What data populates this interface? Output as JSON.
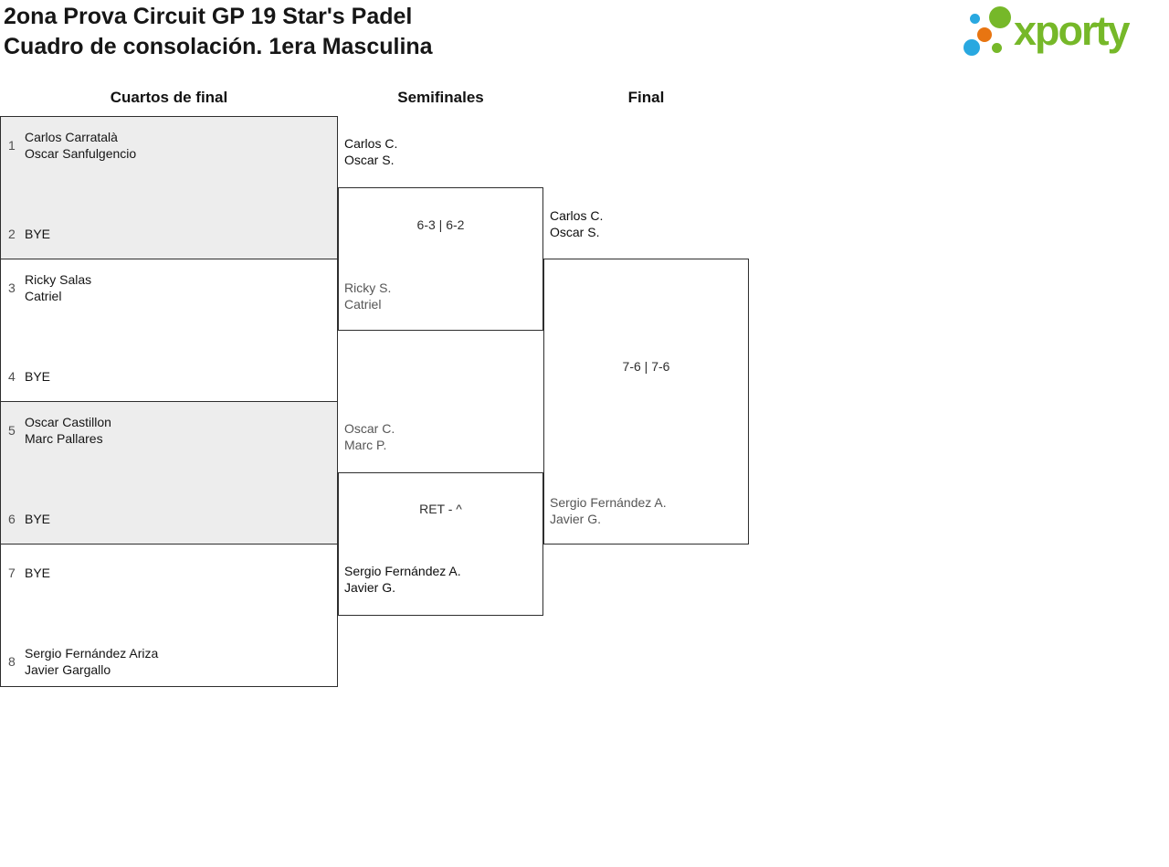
{
  "header": {
    "title_line1": "2ona Prova Circuit GP 19 Star's Padel",
    "title_line2": "Cuadro de consolación. 1era Masculina"
  },
  "logo": {
    "text": "xporty"
  },
  "columns": {
    "quarterfinals": "Cuartos de final",
    "semifinals": "Semifinales",
    "final": "Final"
  },
  "rounds": {
    "quarterfinals": [
      {
        "top_seed": "1",
        "top_line1": "Carlos Carratalà",
        "top_line2": "Oscar Sanfulgencio",
        "bottom_seed": "2",
        "bottom_line1": "BYE",
        "bottom_line2": ""
      },
      {
        "top_seed": "3",
        "top_line1": "Ricky Salas",
        "top_line2": "Catriel",
        "bottom_seed": "4",
        "bottom_line1": "BYE",
        "bottom_line2": ""
      },
      {
        "top_seed": "5",
        "top_line1": "Oscar Castillon",
        "top_line2": "Marc Pallares",
        "bottom_seed": "6",
        "bottom_line1": "BYE",
        "bottom_line2": ""
      },
      {
        "top_seed": "7",
        "top_line1": "BYE",
        "top_line2": "",
        "bottom_seed": "8",
        "bottom_line1": "Sergio Fernández Ariza",
        "bottom_line2": "Javier Gargallo"
      }
    ],
    "semifinals": [
      {
        "top_line1": "Carlos C.",
        "top_line2": "Oscar S.",
        "bottom_line1": "Ricky S.",
        "bottom_line2": "Catriel",
        "score": "6-3 | 6-2",
        "winner": "top"
      },
      {
        "top_line1": "Oscar C.",
        "top_line2": "Marc P.",
        "bottom_line1": "Sergio Fernández A.",
        "bottom_line2": "Javier G.",
        "score": "RET - ^",
        "winner": "bottom"
      }
    ],
    "final": {
      "top_line1": "Carlos C.",
      "top_line2": "Oscar S.",
      "bottom_line1": "Sergio Fernández A.",
      "bottom_line2": "Javier G.",
      "score": "7-6 | 7-6",
      "winner": "top"
    }
  },
  "colors": {
    "logo_green": "#76b829",
    "logo_blue": "#29a8e0",
    "logo_orange": "#e87511",
    "winner_text": "#0d0d0d",
    "loser_text": "#565656",
    "box_border": "#2e2e2e",
    "box_alt_bg": "#ededed"
  }
}
